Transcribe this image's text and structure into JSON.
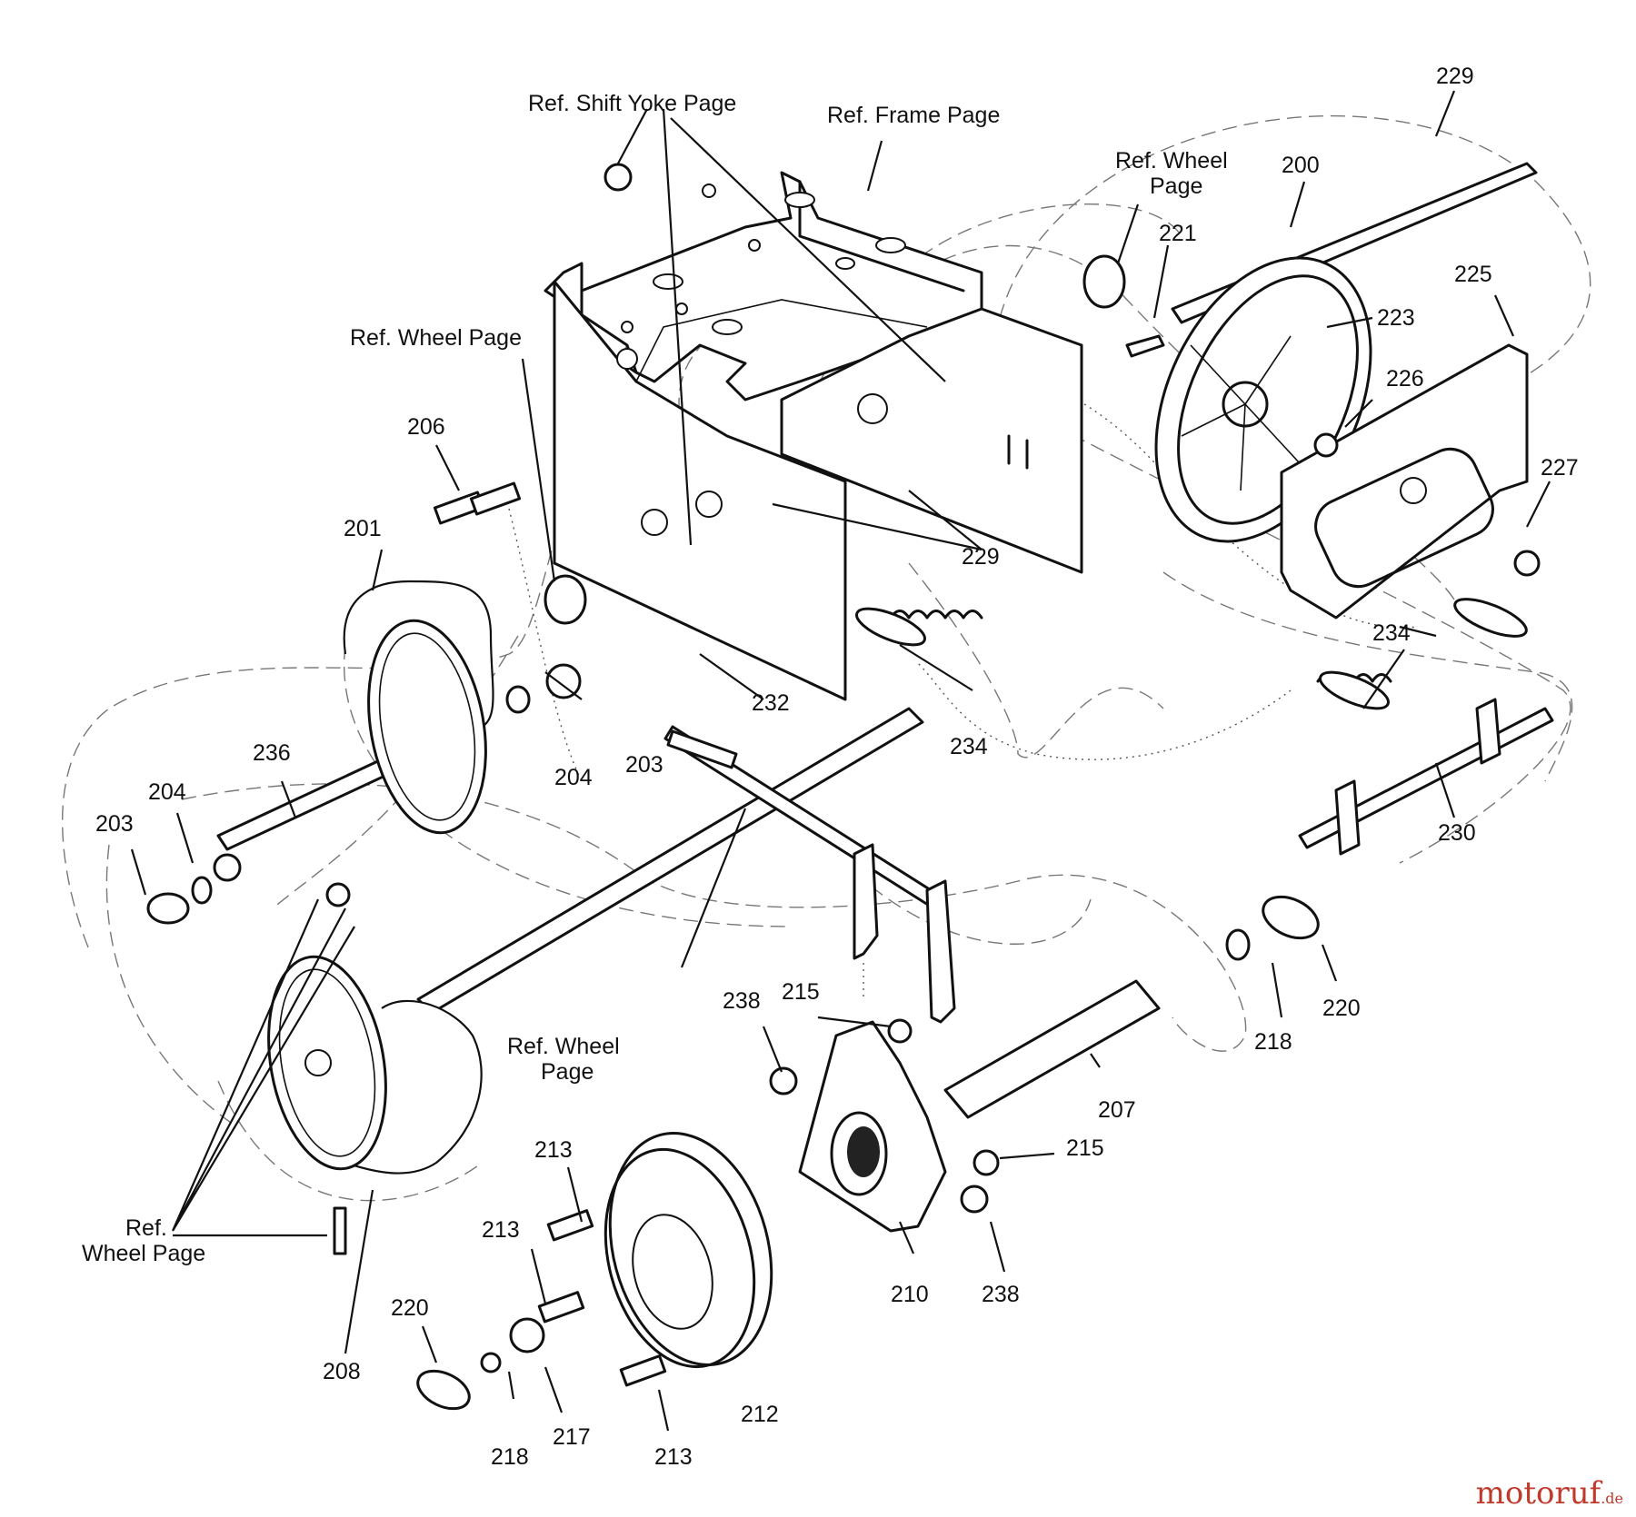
{
  "labels": {
    "ref_shift_yoke": "Ref. Shift Yoke Page",
    "ref_frame": "Ref. Frame Page",
    "ref_wheel_top_1": "Ref. Wheel",
    "ref_wheel_top_2": "Page",
    "ref_wheel_left": "Ref. Wheel Page",
    "ref_wheel_mid_1": "Ref. Wheel",
    "ref_wheel_mid_2": "Page",
    "ref_wheel_bottom_1": "Ref.",
    "ref_wheel_bottom_2": "Wheel Page"
  },
  "parts": {
    "p200": "200",
    "p201": "201",
    "p203a": "203",
    "p203b": "203",
    "p204a": "204",
    "p204b": "204",
    "p206": "206",
    "p207": "207",
    "p208": "208",
    "p210": "210",
    "p212": "212",
    "p213a": "213",
    "p213b": "213",
    "p213c": "213",
    "p215a": "215",
    "p215b": "215",
    "p217": "217",
    "p218a": "218",
    "p218b": "218",
    "p220a": "220",
    "p220b": "220",
    "p221": "221",
    "p223": "223",
    "p225": "225",
    "p226": "226",
    "p227": "227",
    "p229a": "229",
    "p229b": "229",
    "p230": "230",
    "p232": "232",
    "p234a": "234",
    "p234b": "234",
    "p236": "236",
    "p238a": "238",
    "p238b": "238"
  },
  "watermark": {
    "name": "motoruf",
    "tld": ".de"
  }
}
